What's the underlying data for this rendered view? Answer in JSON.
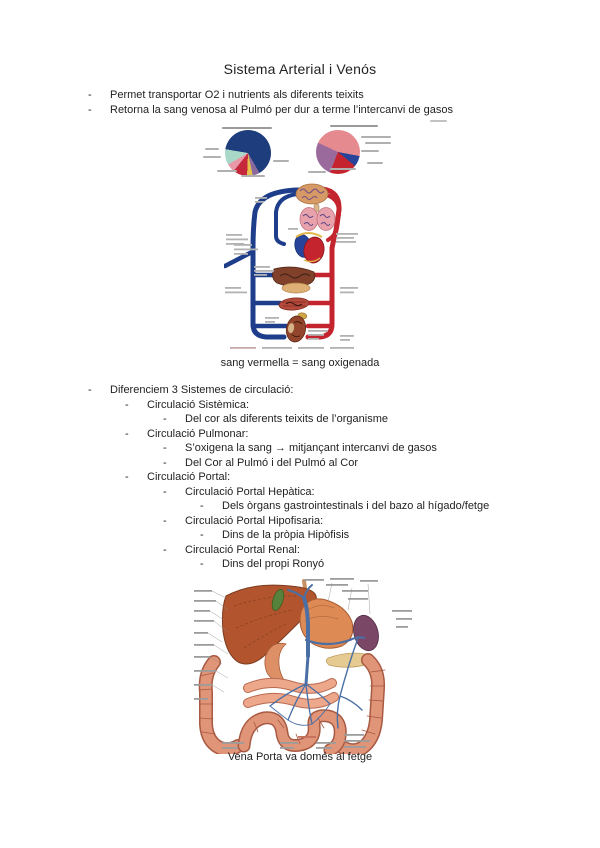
{
  "page": {
    "title": "Sistema Arterial i Venós",
    "list_marker": "-",
    "intro_bullets": [
      "Permet transportar O2 i nutrients als diferents teixits",
      "Retorna la sang venosa al Pulmó per dur a terme l’intercanvi de gasos"
    ],
    "circulation_figure_caption": "sang vermella = sang oxigenada",
    "outline": [
      {
        "level": 1,
        "text": "Diferenciem 3 Sistemes de circulació:"
      },
      {
        "level": 2,
        "text": "Circulació Sistèmica:"
      },
      {
        "level": 3,
        "text": "Del cor als diferents teixits de l’organisme"
      },
      {
        "level": 2,
        "text": "Circulació Pulmonar:"
      },
      {
        "level": 3,
        "text": "S’oxigena la sang → mitjançant intercanvi de gasos"
      },
      {
        "level": 3,
        "text": "Del Cor al Pulmó i del Pulmó al Cor"
      },
      {
        "level": 2,
        "text": "Circulació Portal:"
      },
      {
        "level": 3,
        "text": "Circulació Portal Hepàtica:"
      },
      {
        "level": 4,
        "text": "Dels òrgans gastrointestinals i del bazo al hígado/fetge"
      },
      {
        "level": 3,
        "text": "Circulació Portal Hipofisaria:"
      },
      {
        "level": 4,
        "text": "Dins de la pròpia Hipòfisis"
      },
      {
        "level": 3,
        "text": "Circulació Portal Renal:"
      },
      {
        "level": 4,
        "text": "Dins del propi Ronyó"
      }
    ],
    "portal_figure_caption": "Vena Porta va domés al fetge"
  },
  "chart_data": [
    {
      "type": "pie",
      "id": "pie-left",
      "title": "",
      "labels_legible": false,
      "start_deg": 150,
      "slices": [
        {
          "label": "",
          "color": "#8a6a9c",
          "fraction": 0.05
        },
        {
          "label": "",
          "color": "#e6c04c",
          "fraction": 0.04
        },
        {
          "label": "",
          "color": "#c5283a",
          "fraction": 0.1
        },
        {
          "label": "",
          "color": "#e899a8",
          "fraction": 0.06
        },
        {
          "label": "",
          "color": "#a9d8c9",
          "fraction": 0.11
        },
        {
          "label": "",
          "color": "#1e3d7c",
          "fraction": 0.64
        }
      ]
    },
    {
      "type": "pie",
      "id": "pie-right",
      "title": "",
      "labels_legible": false,
      "start_deg": 295,
      "slices": [
        {
          "label": "",
          "color": "#e58a8e",
          "fraction": 0.46
        },
        {
          "label": "",
          "color": "#27439a",
          "fraction": 0.08
        },
        {
          "label": "",
          "color": "#c4242e",
          "fraction": 0.2
        },
        {
          "label": "",
          "color": "#9a6a9c",
          "fraction": 0.26
        }
      ]
    }
  ]
}
